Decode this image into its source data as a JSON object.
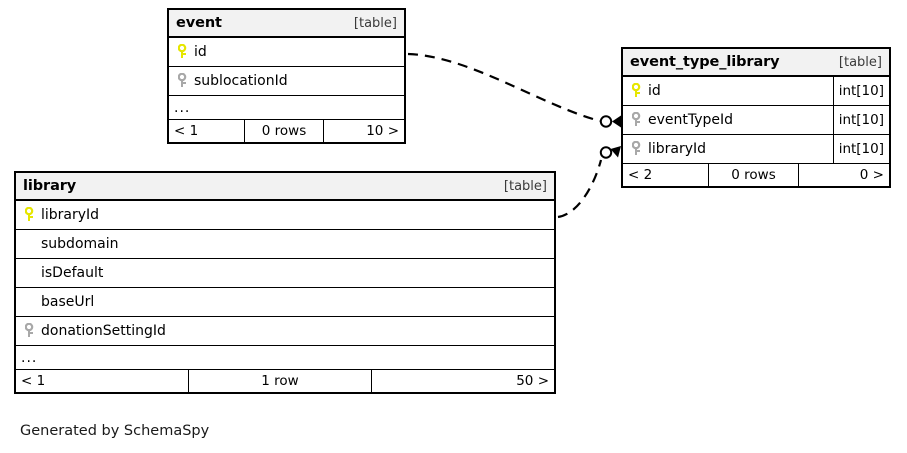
{
  "diagram": {
    "type": "entity-relationship-diagram",
    "generator_text": "Generated by SchemaSpy",
    "notation": "crows-foot",
    "colors": {
      "header_background": "#f2f2f2",
      "border": "#000000",
      "primary_key_icon": "#e6e600",
      "foreign_key_icon": "#a8a8a8",
      "background": "#ffffff"
    }
  },
  "tables": {
    "event": {
      "name": "event",
      "tag": "[table]",
      "columns": [
        {
          "name": "id",
          "key": "primary",
          "type": ""
        },
        {
          "name": "sublocationId",
          "key": "foreign",
          "type": ""
        }
      ],
      "ellipsis": "...",
      "footer": {
        "left": "< 1",
        "middle": "0 rows",
        "right": "10 >"
      }
    },
    "event_type_library": {
      "name": "event_type_library",
      "tag": "[table]",
      "columns": [
        {
          "name": "id",
          "key": "primary",
          "type": "int[10]"
        },
        {
          "name": "eventTypeId",
          "key": "foreign",
          "type": "int[10]"
        },
        {
          "name": "libraryId",
          "key": "foreign",
          "type": "int[10]"
        }
      ],
      "ellipsis": "",
      "footer": {
        "left": "< 2",
        "middle": "0 rows",
        "right": "0 >"
      }
    },
    "library": {
      "name": "library",
      "tag": "[table]",
      "columns": [
        {
          "name": "libraryId",
          "key": "primary",
          "type": ""
        },
        {
          "name": "subdomain",
          "key": "none",
          "type": ""
        },
        {
          "name": "isDefault",
          "key": "none",
          "type": ""
        },
        {
          "name": "baseUrl",
          "key": "none",
          "type": ""
        },
        {
          "name": "donationSettingId",
          "key": "foreign",
          "type": ""
        }
      ],
      "ellipsis": "...",
      "footer": {
        "left": "< 1",
        "middle": "1 row",
        "right": "50 >"
      }
    }
  },
  "relationships": [
    {
      "from_table": "event",
      "from_column": "id",
      "to_table": "event_type_library",
      "to_column": "eventTypeId",
      "style": "dashed",
      "end_marker": "zero-or-many"
    },
    {
      "from_table": "library",
      "from_column": "libraryId",
      "to_table": "event_type_library",
      "to_column": "libraryId",
      "style": "dashed",
      "end_marker": "zero-or-many"
    }
  ]
}
